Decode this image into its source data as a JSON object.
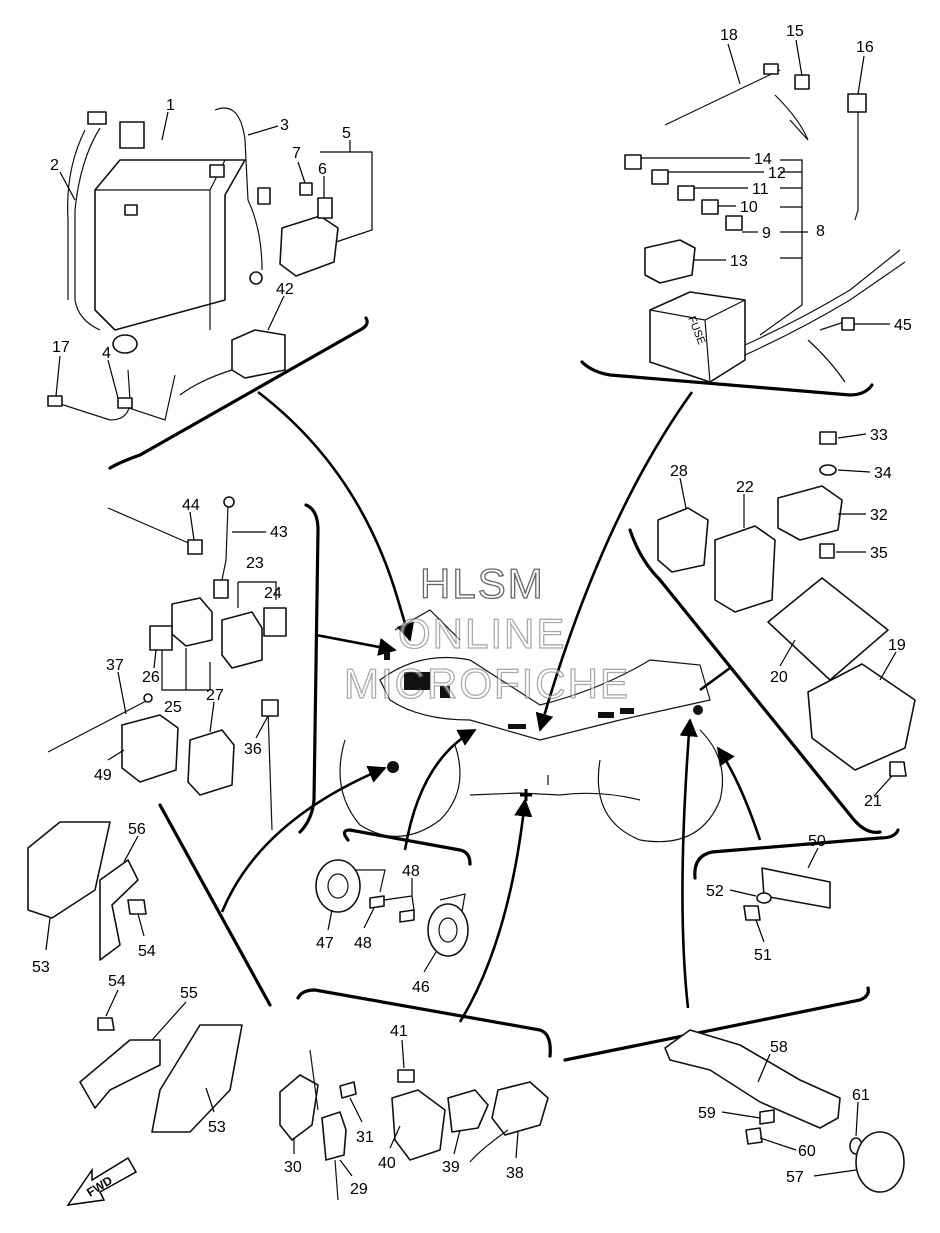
{
  "watermark": {
    "line1": "HLSM",
    "line2": "ONLINE",
    "line3": "MICROFICHE"
  },
  "labels": {
    "fwd": "FWD",
    "fuse_box": "FUSE"
  },
  "callouts": [
    "1",
    "2",
    "3",
    "4",
    "5",
    "6",
    "7",
    "8",
    "9",
    "10",
    "11",
    "12",
    "13",
    "14",
    "15",
    "16",
    "17",
    "18",
    "19",
    "20",
    "21",
    "22",
    "23",
    "24",
    "25",
    "26",
    "27",
    "28",
    "29",
    "30",
    "31",
    "32",
    "33",
    "34",
    "35",
    "36",
    "37",
    "38",
    "39",
    "40",
    "41",
    "42",
    "43",
    "44",
    "45",
    "46",
    "47",
    "48",
    "48",
    "49",
    "50",
    "51",
    "52",
    "53",
    "53",
    "54",
    "54",
    "55",
    "56",
    "57",
    "58",
    "59",
    "60",
    "61"
  ]
}
